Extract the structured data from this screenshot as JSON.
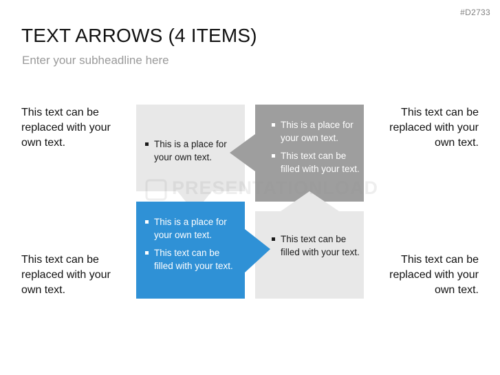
{
  "slide_id": "#D2733",
  "title": "TEXT ARROWS (4 ITEMS)",
  "subtitle": "Enter your subheadline here",
  "watermark": "PRESENTATIONLOAD",
  "side_texts": {
    "top_left": "This text can be replaced with your own text.",
    "top_right": "This text can be replaced with your own text.",
    "bottom_left": "This text can be replaced with your own text.",
    "bottom_right": "This text can be replaced with your own text."
  },
  "boxes": {
    "top_left": {
      "color": "#e8e8e8",
      "arrow_direction": "down",
      "bullets": [
        "This is a place for your own text."
      ]
    },
    "top_right": {
      "color": "#9e9e9e",
      "arrow_direction": "left",
      "bullets": [
        "This is a place for your own text.",
        "This text can be filled with your text."
      ]
    },
    "bottom_left": {
      "color": "#2f91d6",
      "arrow_direction": "right",
      "bullets": [
        "This is a place for your own text.",
        "This text can be filled with your text."
      ]
    },
    "bottom_right": {
      "color": "#e8e8e8",
      "arrow_direction": "up",
      "bullets": [
        "This text can be filled with your text."
      ]
    }
  }
}
